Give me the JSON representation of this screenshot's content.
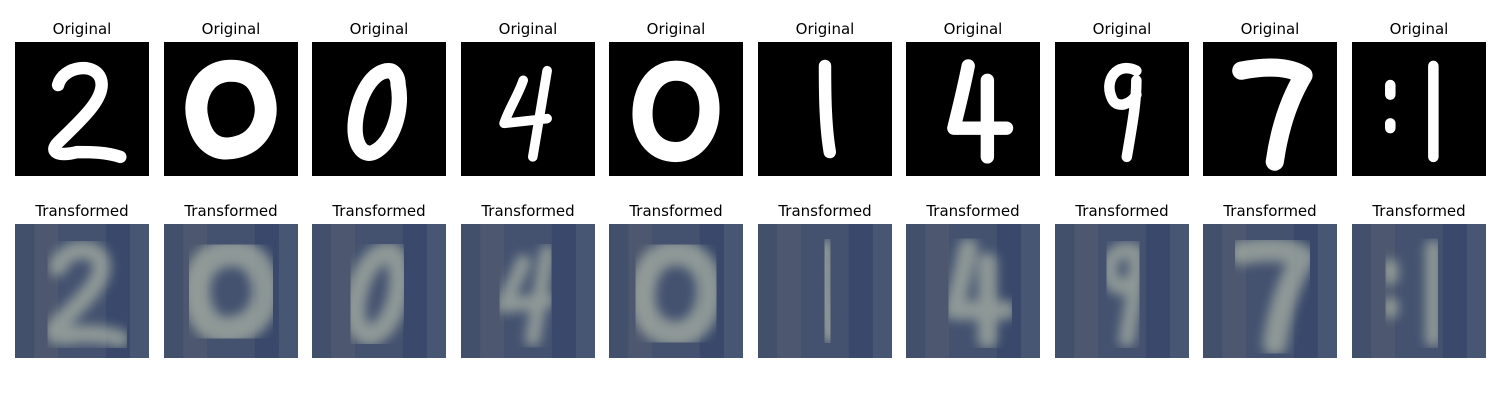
{
  "rows": [
    {
      "title": "Original"
    },
    {
      "title": "Transformed"
    }
  ],
  "digits": [
    "2",
    "0",
    "0",
    "4",
    "0",
    "1",
    "4",
    "9",
    "7",
    "1"
  ],
  "colors": {
    "original_bg": "#000000",
    "original_stroke": "#ffffff",
    "transformed_bg": "#3b4a66",
    "transformed_stroke": "#a7b0a4"
  }
}
